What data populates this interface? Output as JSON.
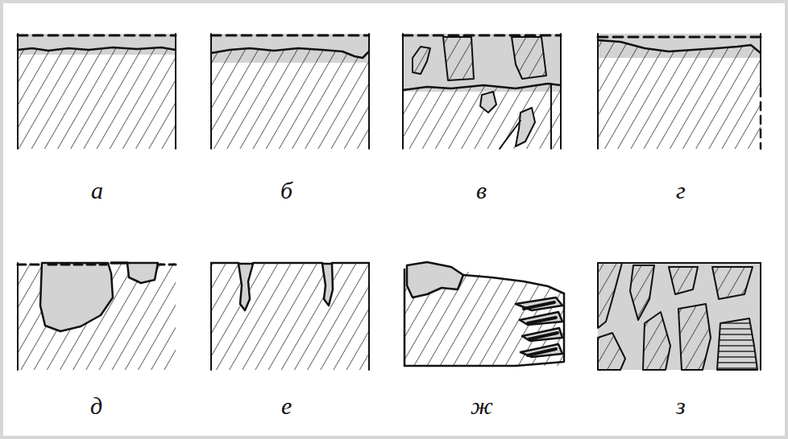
{
  "diagram": {
    "labels": [
      "а",
      "б",
      "в",
      "г",
      "д",
      "е",
      "ж",
      "з"
    ]
  }
}
